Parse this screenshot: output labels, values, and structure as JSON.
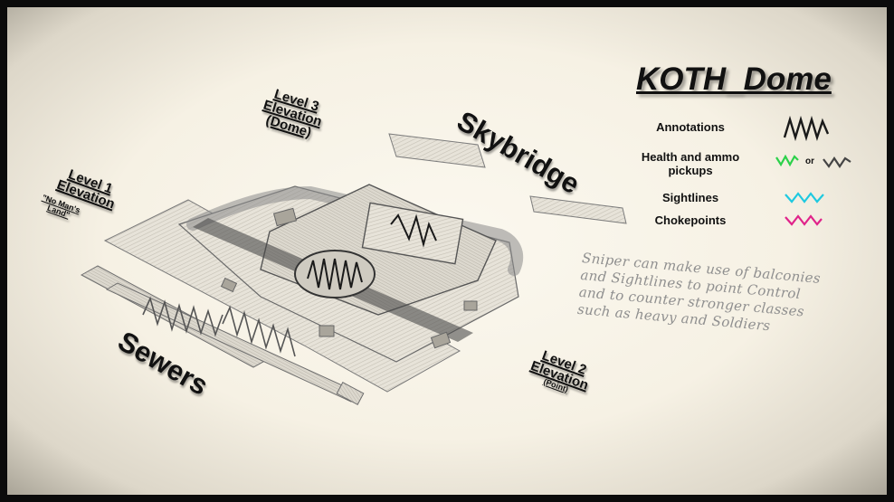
{
  "title": "KOTH_Dome",
  "labels": {
    "level3": [
      "Level 3",
      "Elevation",
      "(Dome)"
    ],
    "level1": [
      "Level 1",
      "Elevation"
    ],
    "level1_sub": [
      "\"No Man's",
      "Land\""
    ],
    "level2": [
      "Level 2",
      "Elevation"
    ],
    "level2_sub": "(Point)",
    "skybridge": "Skybridge",
    "sewers": "Sewers"
  },
  "legend": {
    "items": [
      {
        "label": "Annotations",
        "color": "#1a1a1a",
        "icon": "annotation-scribble-icon"
      },
      {
        "label": "Health and ammo pickups",
        "color": "#2bd14a",
        "alt_color": "#444444",
        "icon": "pickup-scribble-icon",
        "connector": "or"
      },
      {
        "label": "Sightlines",
        "color": "#1ec9e0",
        "icon": "sightline-scribble-icon"
      },
      {
        "label": "Chokepoints",
        "color": "#e0238a",
        "icon": "chokepoint-scribble-icon"
      }
    ]
  },
  "note": {
    "lines": [
      "Sniper can make use of balconies",
      "and Sightlines to point Control",
      "and to counter stronger classes",
      "such as heavy and Soldiers"
    ]
  }
}
